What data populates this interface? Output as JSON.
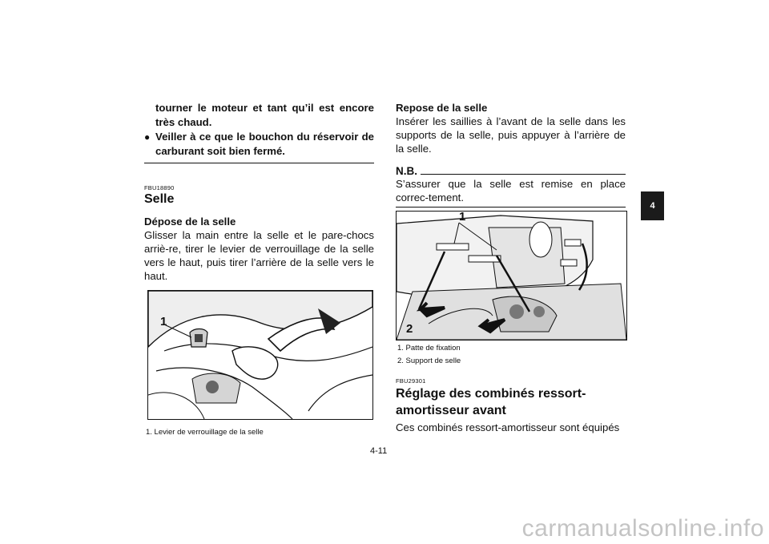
{
  "left": {
    "warning_cont": "tourner le moteur et tant qu’il est encore très chaud.",
    "warning_bullet_symbol": "●",
    "warning_bullet": "Veiller à ce que le bouchon du réservoir de carburant soit bien fermé.",
    "section_code": "FBU18890",
    "section_title": "Selle",
    "sub_title": "Dépose de la selle",
    "body": "Glisser la main entre la selle et le pare-chocs arriè-re, tirer le levier de verrouillage de la selle vers le haut, puis tirer l’arrière de la selle vers le haut.",
    "figure_label": "1",
    "caption": "1.  Levier de verrouillage de la selle"
  },
  "right": {
    "sub_title": "Repose de la selle",
    "body": "Insérer les saillies à l’avant de la selle dans les supports de la selle, puis appuyer à l’arrière de la selle.",
    "nb_label": "N.B.",
    "nb_text": "S’assurer que la selle est remise en place correc-tement.",
    "figure_label_1": "1",
    "figure_label_2": "2",
    "captions": [
      "1.  Patte de fixation",
      "2.  Support de selle"
    ],
    "section_code": "FBU29301",
    "section_title": "Réglage des combinés ressort-amortisseur avant",
    "body2": "Ces combinés ressort-amortisseur sont équipés"
  },
  "page_number": "4-11",
  "chapter_tab": "4",
  "watermark": "carmanualsonline.info"
}
